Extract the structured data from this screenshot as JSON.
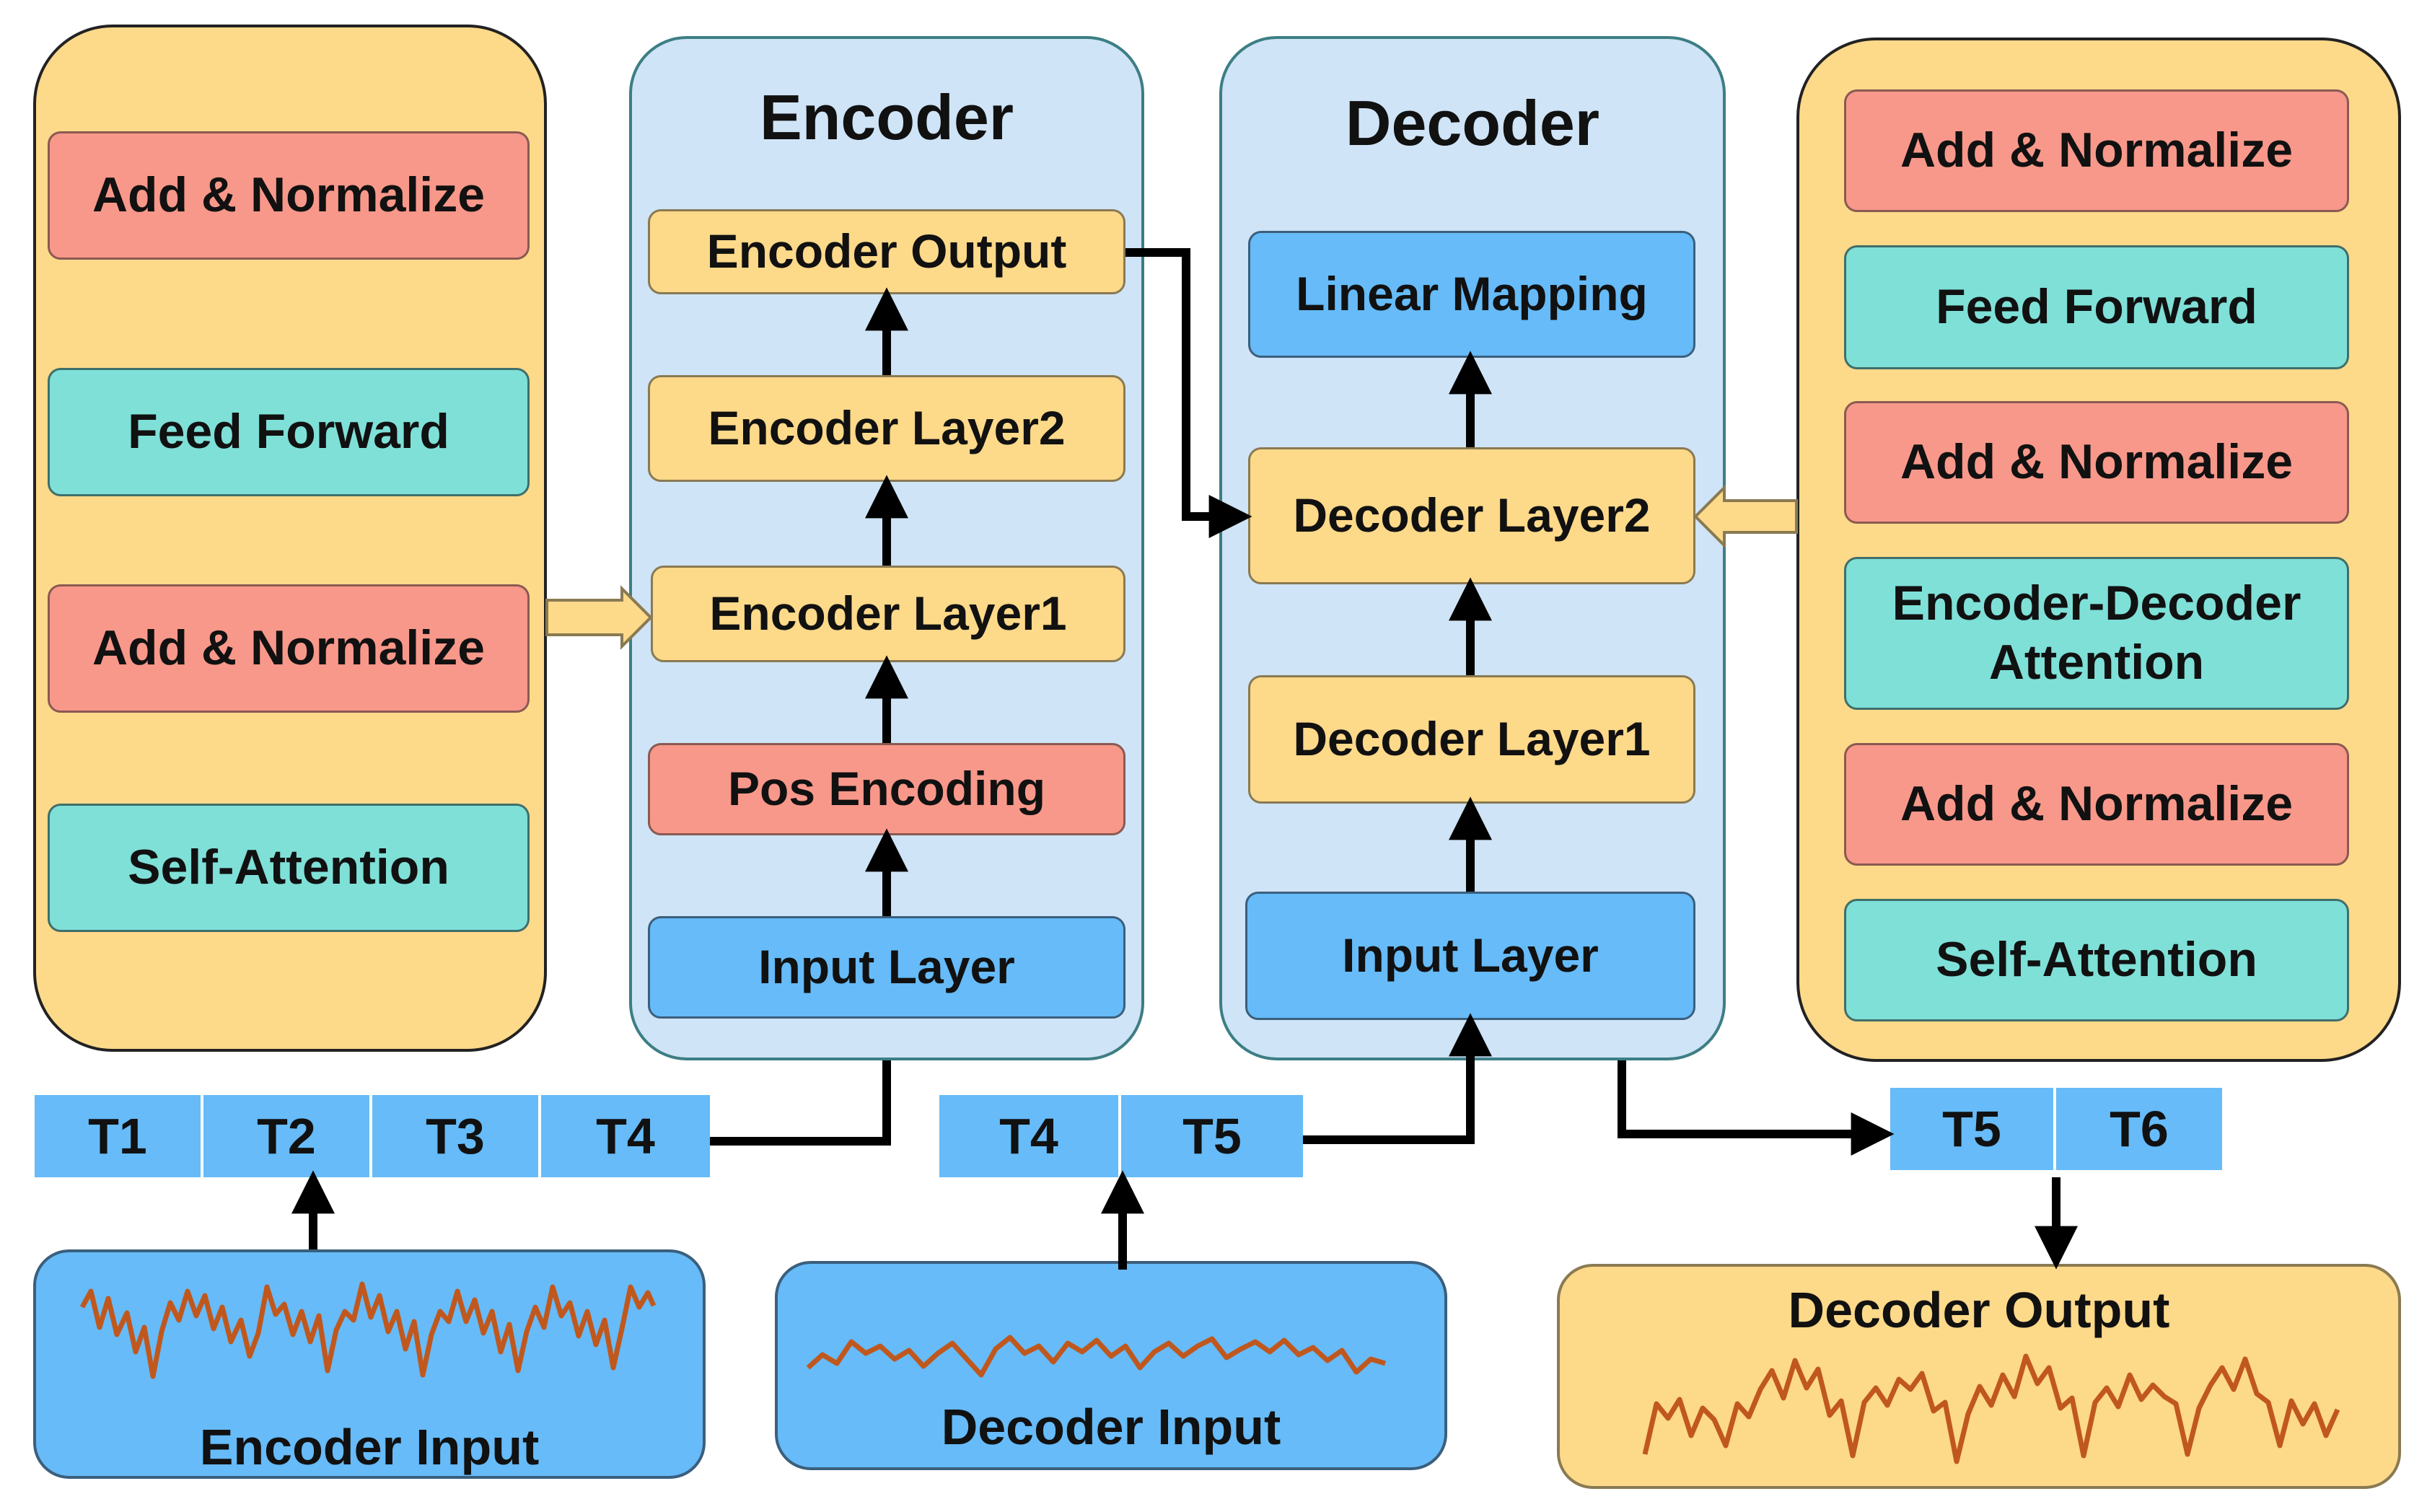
{
  "encoder_layer_detail": {
    "items": [
      "Add & Normalize",
      "Feed Forward",
      "Add & Normalize",
      "Self-Attention"
    ]
  },
  "encoder": {
    "title": "Encoder",
    "blocks": [
      "Encoder Output",
      "Encoder Layer2",
      "Encoder Layer1",
      "Pos Encoding",
      "Input Layer"
    ]
  },
  "decoder": {
    "title": "Decoder",
    "blocks": [
      "Linear Mapping",
      "Decoder Layer2",
      "Decoder Layer1",
      "Input Layer"
    ]
  },
  "decoder_layer_detail": {
    "items": [
      "Add & Normalize",
      "Feed Forward",
      "Add & Normalize",
      "Encoder-Decoder Attention",
      "Add & Normalize",
      "Self-Attention"
    ]
  },
  "encoder_tokens": [
    "T1",
    "T2",
    "T3",
    "T4"
  ],
  "decoder_tokens": [
    "T4",
    "T5"
  ],
  "output_tokens": [
    "T5",
    "T6"
  ],
  "encoder_input": {
    "label": "Encoder Input"
  },
  "decoder_input": {
    "label": "Decoder Input"
  },
  "decoder_output": {
    "label": "Decoder Output"
  },
  "colors": {
    "panel_yellow": "#fdd98a",
    "panel_blue": "#cfe4f6",
    "box_red": "#f8988a",
    "box_teal": "#7fe0d8",
    "box_blue": "#66bbf8",
    "signal": "#c0581e"
  }
}
